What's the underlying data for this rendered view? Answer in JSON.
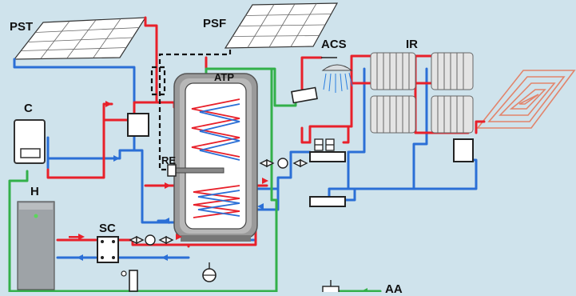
{
  "labels": {
    "pst": "PST",
    "psf": "PSF",
    "acs": "ACS",
    "ir": "IR",
    "atp": "ATP",
    "c": "C",
    "re": "RE",
    "h": "H",
    "sc": "SC",
    "aa": "AA"
  },
  "colors": {
    "background": "#cfe3ec",
    "hot_pipe": "#e8202a",
    "cold_pipe": "#2b6fd6",
    "green_pipe": "#33b04a",
    "dashed_line": "#111111",
    "floor_heating": "#e2846b"
  }
}
